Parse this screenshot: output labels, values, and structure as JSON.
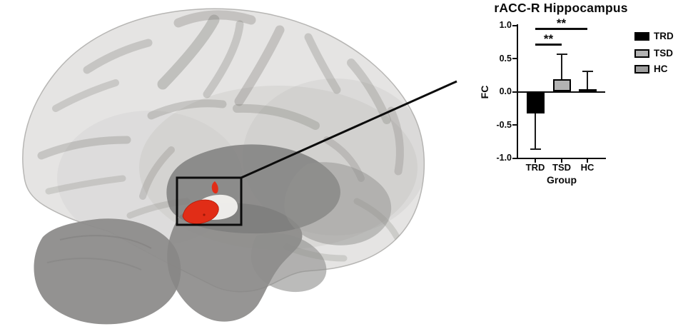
{
  "figure": {
    "background": "#ffffff"
  },
  "brain": {
    "description": "translucent 3D sagittal brain render with highlighted seed region and inset box",
    "roi_color": "#e12d17",
    "box_color": "#0c0c0c"
  },
  "chart_data": {
    "type": "bar",
    "title": "rACC-R Hippocampus",
    "xlabel": "Group",
    "ylabel": "FC",
    "categories": [
      "TRD",
      "TSD",
      "HC"
    ],
    "values": [
      -0.33,
      0.19,
      0.01
    ],
    "errors": [
      0.54,
      0.37,
      0.29
    ],
    "error_direction": "away-from-zero",
    "ylim": [
      -1.0,
      1.0
    ],
    "yticks": [
      1.0,
      0.5,
      0.0,
      -0.5,
      -1.0
    ],
    "ytick_labels": [
      "1.0",
      "0.5",
      "0.0",
      "-0.5",
      "-1.0"
    ],
    "bar_colors": [
      "#000000",
      "#b3b3b3",
      "#9e9e9e"
    ],
    "bar_border_color": "#000000",
    "grid": false,
    "legend_position": "right",
    "legend": [
      {
        "label": "TRD",
        "color": "#000000"
      },
      {
        "label": "TSD",
        "color": "#b3b3b3"
      },
      {
        "label": "HC",
        "color": "#9e9e9e"
      }
    ],
    "significance": [
      {
        "groups": [
          "TRD",
          "TSD"
        ],
        "label": "**"
      },
      {
        "groups": [
          "TRD",
          "HC"
        ],
        "label": "**"
      }
    ]
  }
}
